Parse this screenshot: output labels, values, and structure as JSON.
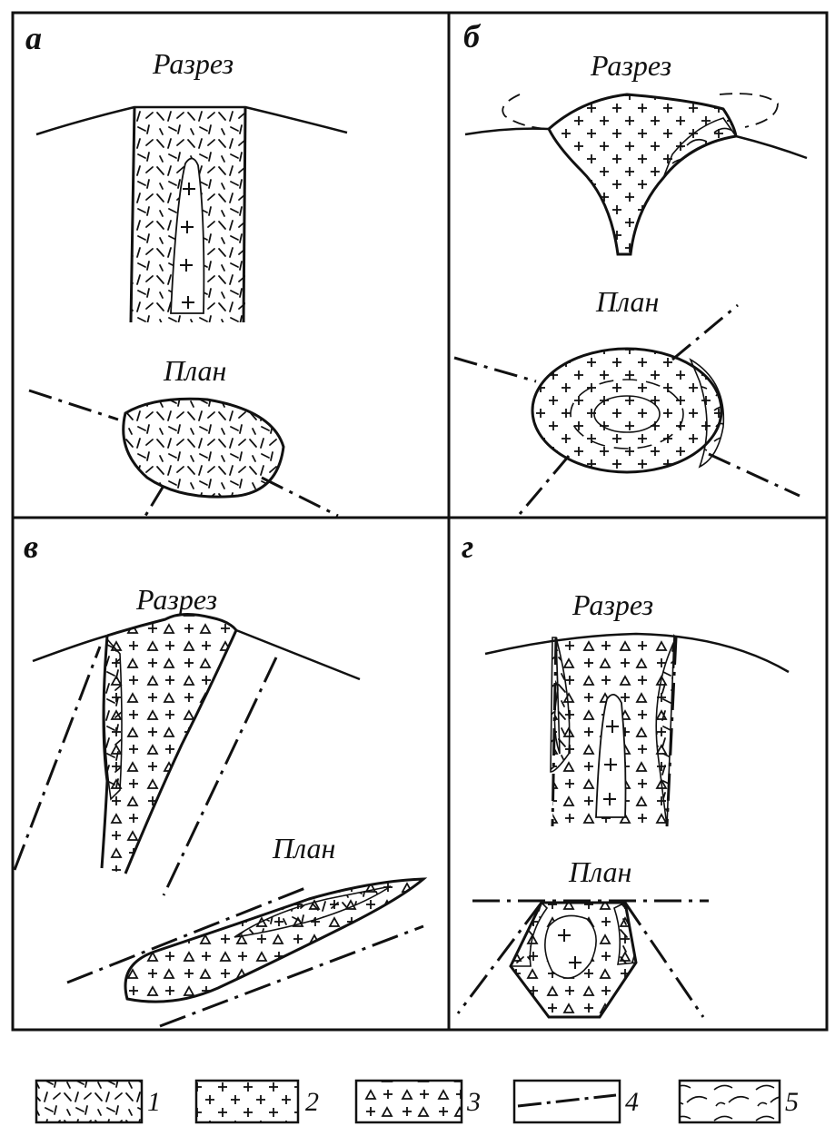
{
  "panels": {
    "a": {
      "letter": "а",
      "section_label": "Разрез",
      "plan_label": "План"
    },
    "b": {
      "letter": "б",
      "section_label": "Разрез",
      "plan_label": "План"
    },
    "v": {
      "letter": "в",
      "section_label": "Разрез",
      "plan_label": "План"
    },
    "g": {
      "letter": "г",
      "section_label": "Разрез",
      "plan_label": "План"
    }
  },
  "legend": [
    {
      "number": "1",
      "icon": "dashes-pattern-icon"
    },
    {
      "number": "2",
      "icon": "crosses-pattern-icon"
    },
    {
      "number": "3",
      "icon": "crosses-triangles-pattern-icon"
    },
    {
      "number": "4",
      "icon": "dash-dot-line-icon"
    },
    {
      "number": "5",
      "icon": "flow-lines-pattern-icon"
    }
  ],
  "colors": {
    "ink": "#111111",
    "paper": "#ffffff"
  }
}
